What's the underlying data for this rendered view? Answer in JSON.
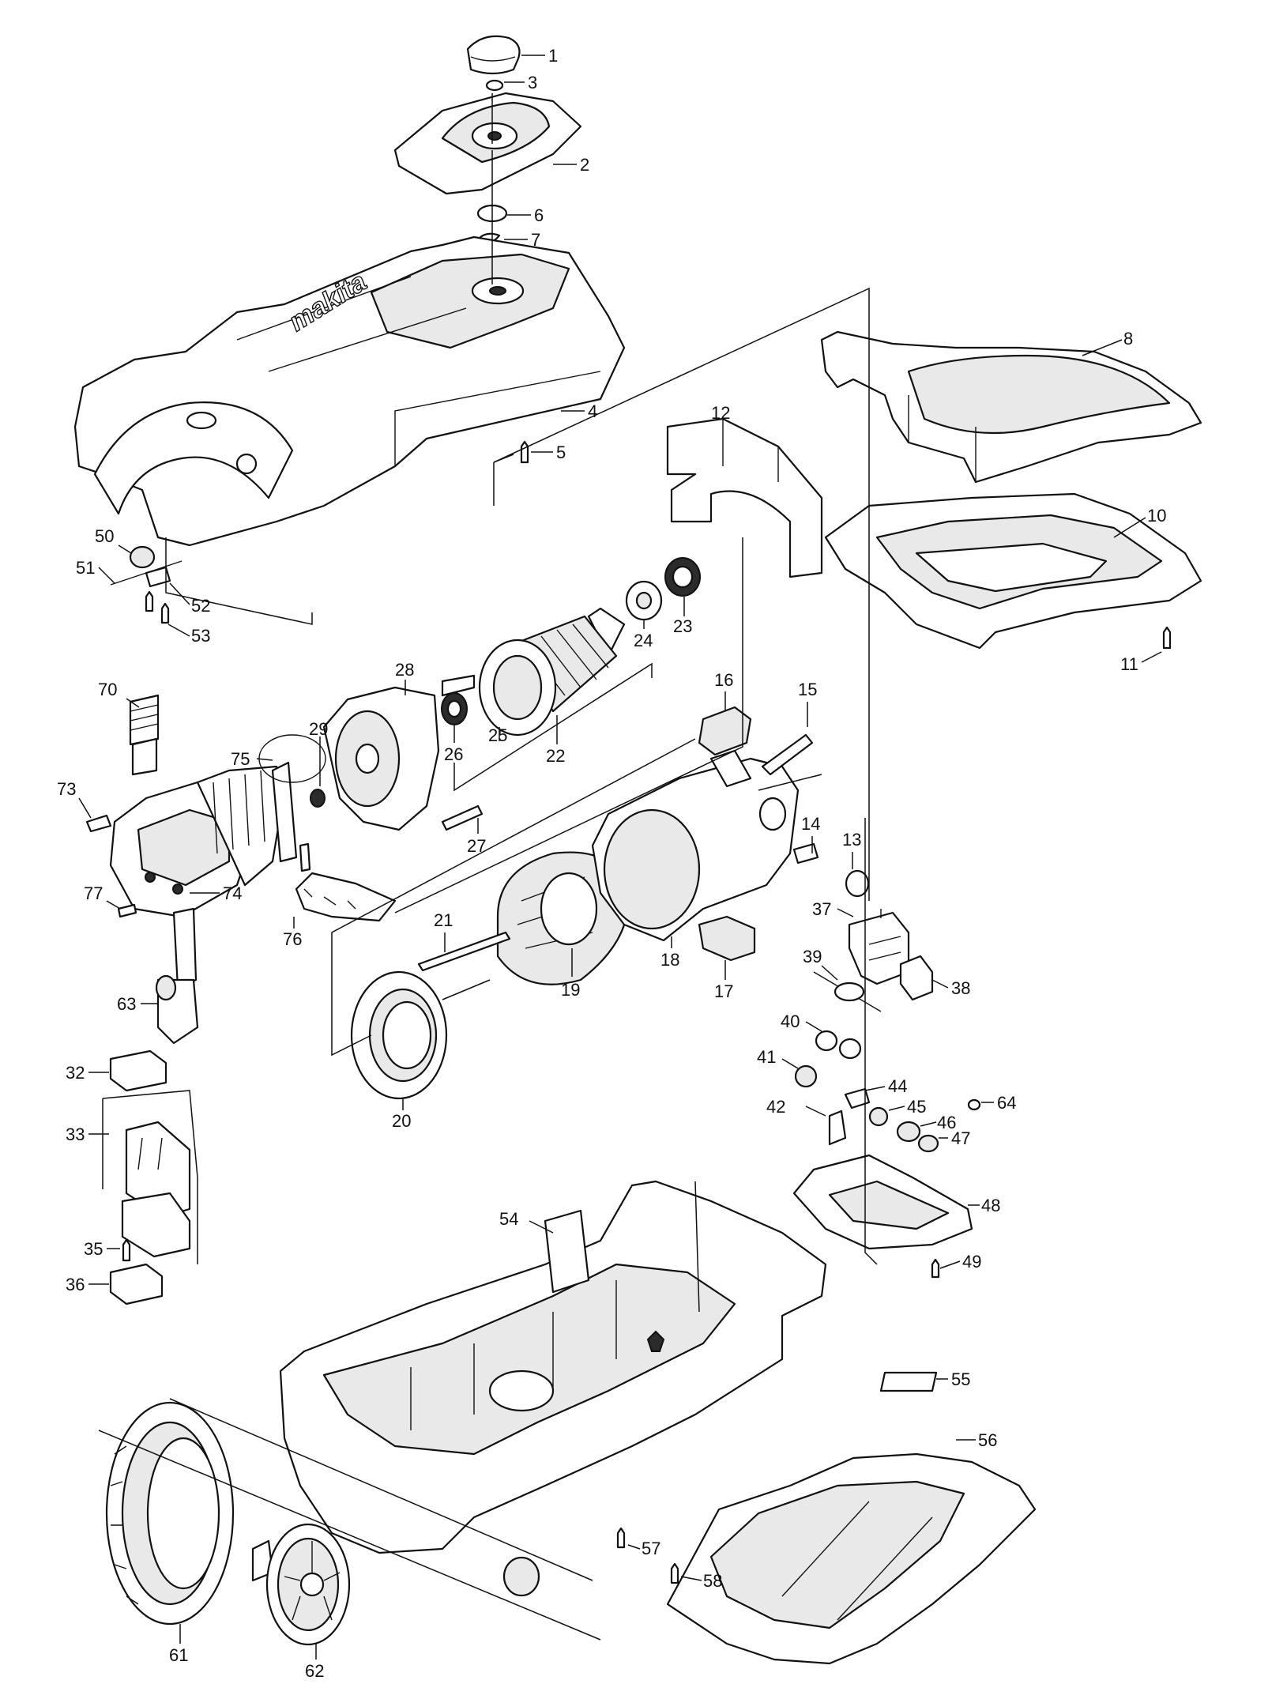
{
  "brand_logo": "makita",
  "callouts": [
    "1",
    "2",
    "3",
    "4",
    "5",
    "6",
    "7",
    "8",
    "10",
    "11",
    "12",
    "13",
    "14",
    "15",
    "16",
    "17",
    "18",
    "19",
    "20",
    "21",
    "22",
    "23",
    "24",
    "25",
    "26",
    "27",
    "28",
    "29",
    "32",
    "33",
    "35",
    "36",
    "37",
    "38",
    "39",
    "40",
    "41",
    "42",
    "44",
    "45",
    "46",
    "47",
    "48",
    "49",
    "50",
    "51",
    "52",
    "53",
    "54",
    "55",
    "56",
    "57",
    "58",
    "61",
    "62",
    "63",
    "64",
    "70",
    "73",
    "74",
    "75",
    "76",
    "77"
  ]
}
